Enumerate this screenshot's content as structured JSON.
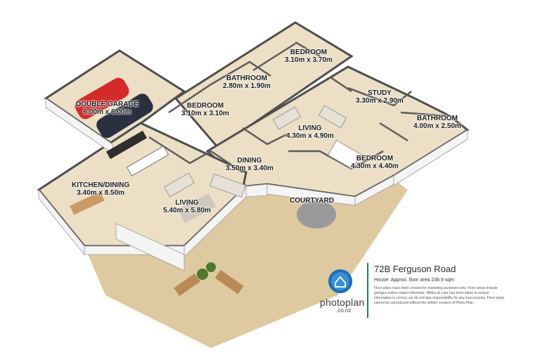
{
  "property": {
    "address": "72B Ferguson Road",
    "floor_area": "House: Approx. floor area 238.9 sqm",
    "disclaimer": "Floor plans have been created for marketing purposes only. Floor areas include garages unless stated otherwise. Whilst all care has been taken to ensure information is correct, we do not take responsibility for any inaccuracies. Floor plans cannot be reproduced without the written consent of Photo Plan."
  },
  "brand": {
    "name": "photoplan",
    "tld": ".co.nz",
    "icon": "house-in-circle-icon",
    "color": "#1f6fb5"
  },
  "rooms": {
    "garage": {
      "name": "DOUBLE GARAGE",
      "size": "6.00m x 6.00m"
    },
    "bathroom1": {
      "name": "BATHROOM",
      "size": "2.80m x 1.90m"
    },
    "bedroom1": {
      "name": "BEDROOM",
      "size": "3.10m x 3.70m"
    },
    "bedroom2": {
      "name": "BEDROOM",
      "size": "3.10m x 3.10m"
    },
    "study": {
      "name": "STUDY",
      "size": "3.30m x 2.90m"
    },
    "bathroom2": {
      "name": "BATHROOM",
      "size": "4.00m x 2.50m"
    },
    "living1": {
      "name": "LIVING",
      "size": "4.30m x 4.90m"
    },
    "bedroom3": {
      "name": "BEDROOM",
      "size": "4.30m x 4.40m"
    },
    "dining": {
      "name": "DINING",
      "size": "3.50m x 3.40m"
    },
    "kitchen": {
      "name": "KITCHEN/DINING",
      "size": "3.40m x 8.50m"
    },
    "living2": {
      "name": "LIVING",
      "size": "5.40m x 5.80m"
    },
    "courtyard": {
      "name": "COURTYARD",
      "size": ""
    }
  },
  "colors": {
    "floor": "#e8d9bd",
    "wall_top": "#5a5a5a",
    "wall_face": "#f2f2f2",
    "courtyard": "#dcc69c",
    "car_red": "#d42a2a",
    "car_dark": "#2b3040"
  }
}
